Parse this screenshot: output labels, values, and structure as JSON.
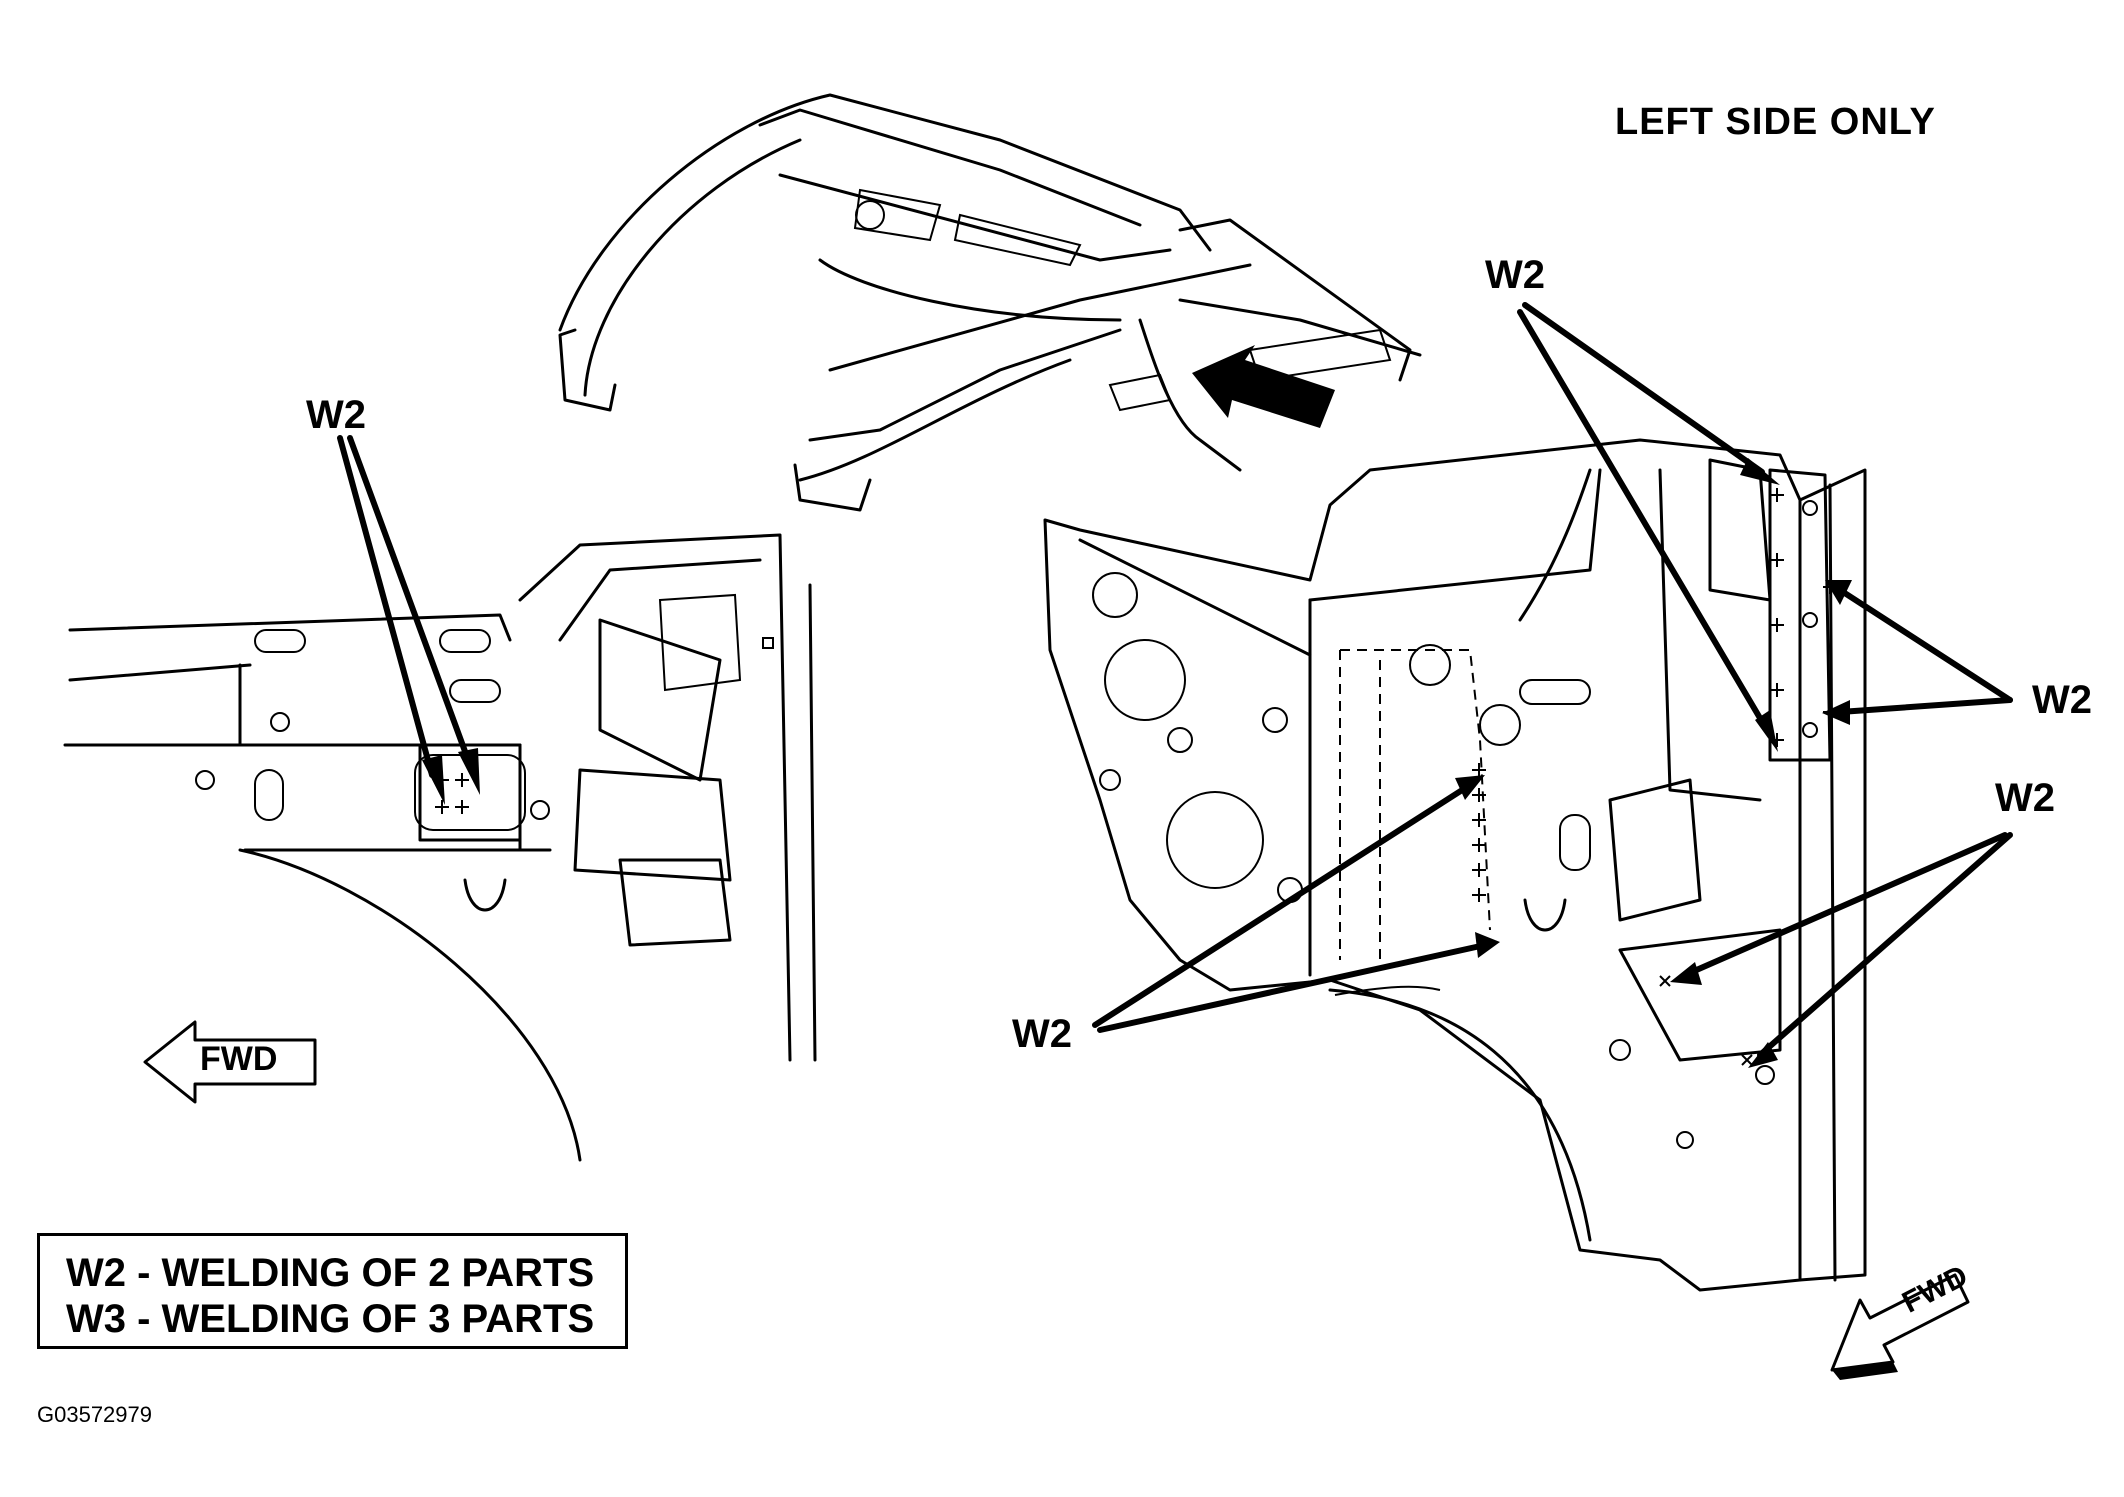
{
  "header": {
    "title": "LEFT SIDE ONLY"
  },
  "callouts": {
    "w2_left_view": "W2",
    "w2_right_top": "W2",
    "w2_right_side_mid": "W2",
    "w2_right_side_lower": "W2",
    "w2_right_bottom": "W2"
  },
  "direction": {
    "fwd_left": "FWD",
    "fwd_right": "FWD"
  },
  "legend": {
    "line1": "W2 - WELDING OF 2 PARTS",
    "line2": "W3 - WELDING OF 3 PARTS"
  },
  "figure_id": "G03572979",
  "colors": {
    "ink": "#000000",
    "paper": "#ffffff"
  }
}
